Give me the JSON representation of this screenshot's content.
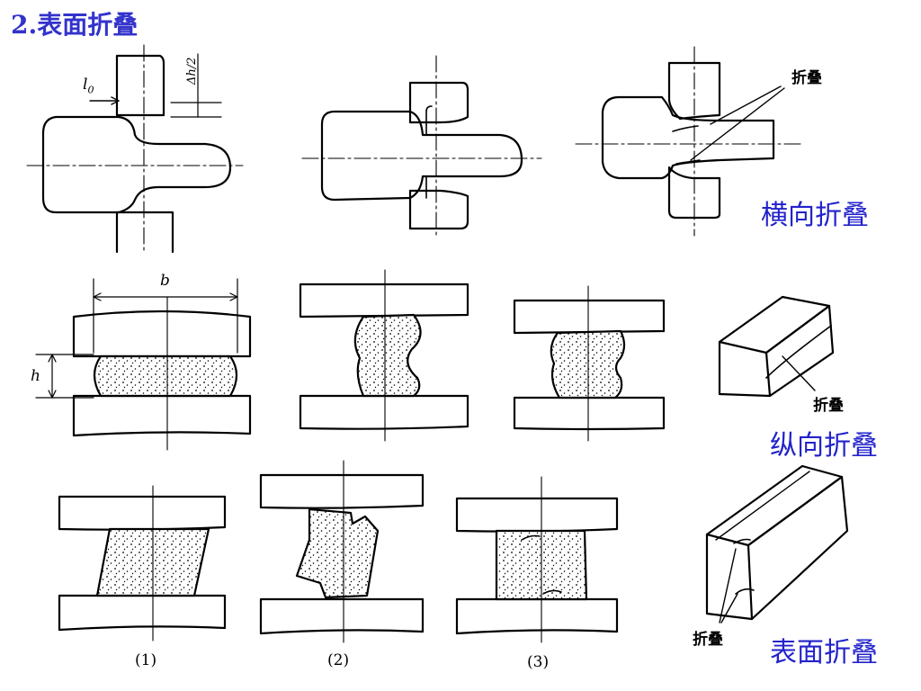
{
  "title": "2.表面折叠",
  "labels": {
    "transverse": "横向折叠",
    "longitudinal": "纵向折叠",
    "surface": "表面折叠"
  },
  "fold_label": "折叠",
  "dims": {
    "l0": "l",
    "l0_sub": "0",
    "dh_num": "Δh",
    "dh_den": "2",
    "b": "b",
    "h": "h"
  },
  "captions": [
    "(1)",
    "(2)",
    "(3)"
  ],
  "colors": {
    "title": "#3333cc",
    "label": "#2222cc",
    "line": "#000000"
  }
}
